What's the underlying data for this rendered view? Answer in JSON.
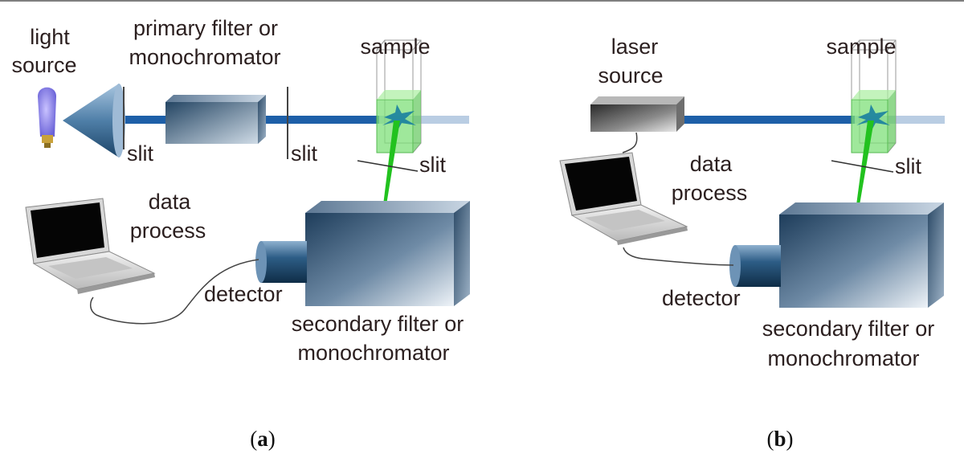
{
  "panel_a": {
    "light_source_line1": "light",
    "light_source_line2": "source",
    "primary_filter_line1": "primary filter or",
    "primary_filter_line2": "monochromator",
    "sample": "sample",
    "slit_1": "slit",
    "slit_2": "slit",
    "slit_3": "slit",
    "data_process_line1": "data",
    "data_process_line2": "process",
    "detector": "detector",
    "secondary_filter_line1": "secondary filter or",
    "secondary_filter_line2": "monochromator",
    "caption_open": "(",
    "caption_letter": "a",
    "caption_close": ")"
  },
  "panel_b": {
    "laser_source_line1": "laser",
    "laser_source_line2": "source",
    "sample": "sample",
    "slit": "slit",
    "data_process_line1": "data",
    "data_process_line2": "process",
    "detector": "detector",
    "secondary_filter_line1": "secondary filter or",
    "secondary_filter_line2": "monochromator",
    "caption_open": "(",
    "caption_letter": "b",
    "caption_close": ")"
  },
  "colors": {
    "beam": "#1d5fa8",
    "beam_faded": "#b9cde3",
    "sample_green": "#7fe07a",
    "emission_green": "#22c21f",
    "device_dark": "#1f3f5c",
    "device_light": "#e6eef5"
  }
}
